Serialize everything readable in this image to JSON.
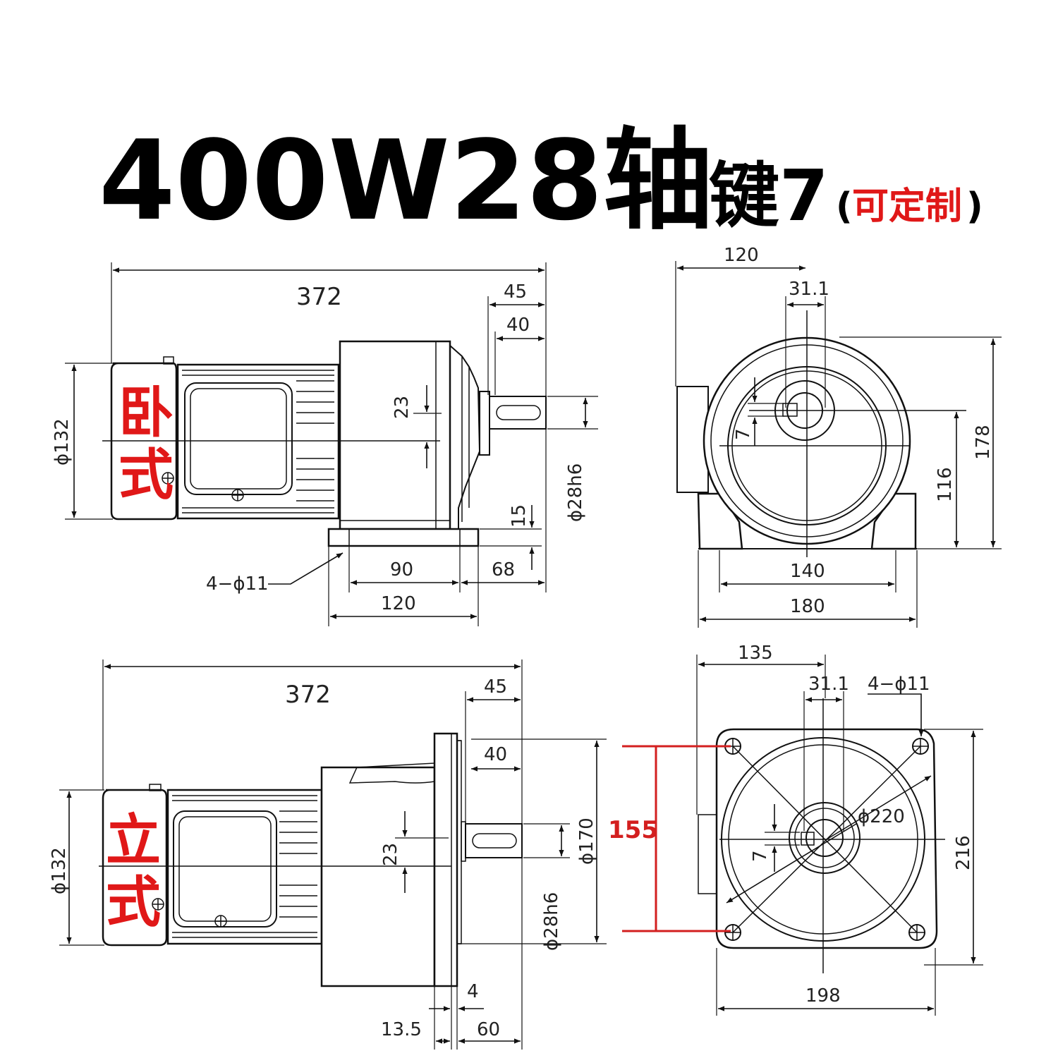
{
  "title": {
    "main": "400W28轴",
    "key": "键7",
    "open_paren": "(",
    "customizable": "可定制",
    "close_paren": ")"
  },
  "horizontal_view": {
    "label_line1": "卧",
    "label_line2": "式",
    "dims": {
      "overall_length": "372",
      "shaft_45": "45",
      "shaft_40": "40",
      "motor_dia": "ϕ132",
      "key_23": "23",
      "shaft_dia": "ϕ28h6",
      "base_15": "15",
      "holes": "4−ϕ11",
      "base_90": "90",
      "base_68": "68",
      "base_120": "120"
    }
  },
  "horizontal_end_view": {
    "dims": {
      "width_120": "120",
      "key_31_1": "31.1",
      "key_7": "7",
      "height_116": "116",
      "height_178": "178",
      "base_140": "140",
      "base_180": "180"
    }
  },
  "vertical_view": {
    "label_line1": "立",
    "label_line2": "式",
    "dims": {
      "overall_length": "372",
      "shaft_45": "45",
      "shaft_40": "40",
      "motor_dia": "ϕ132",
      "key_23": "23",
      "shaft_dia": "ϕ28h6",
      "flange_dia": "ϕ170",
      "flange_4": "4",
      "flange_13_5": "13.5",
      "shaft_60": "60"
    }
  },
  "vertical_end_view": {
    "dims": {
      "width_135": "135",
      "key_31_1": "31.1",
      "holes": "4−ϕ11",
      "pcd": "ϕ220",
      "key_7": "7",
      "height_216": "216",
      "width_198": "198",
      "hole_spacing": "155"
    }
  },
  "colors": {
    "highlight": "#e01818",
    "line": "#111111"
  }
}
